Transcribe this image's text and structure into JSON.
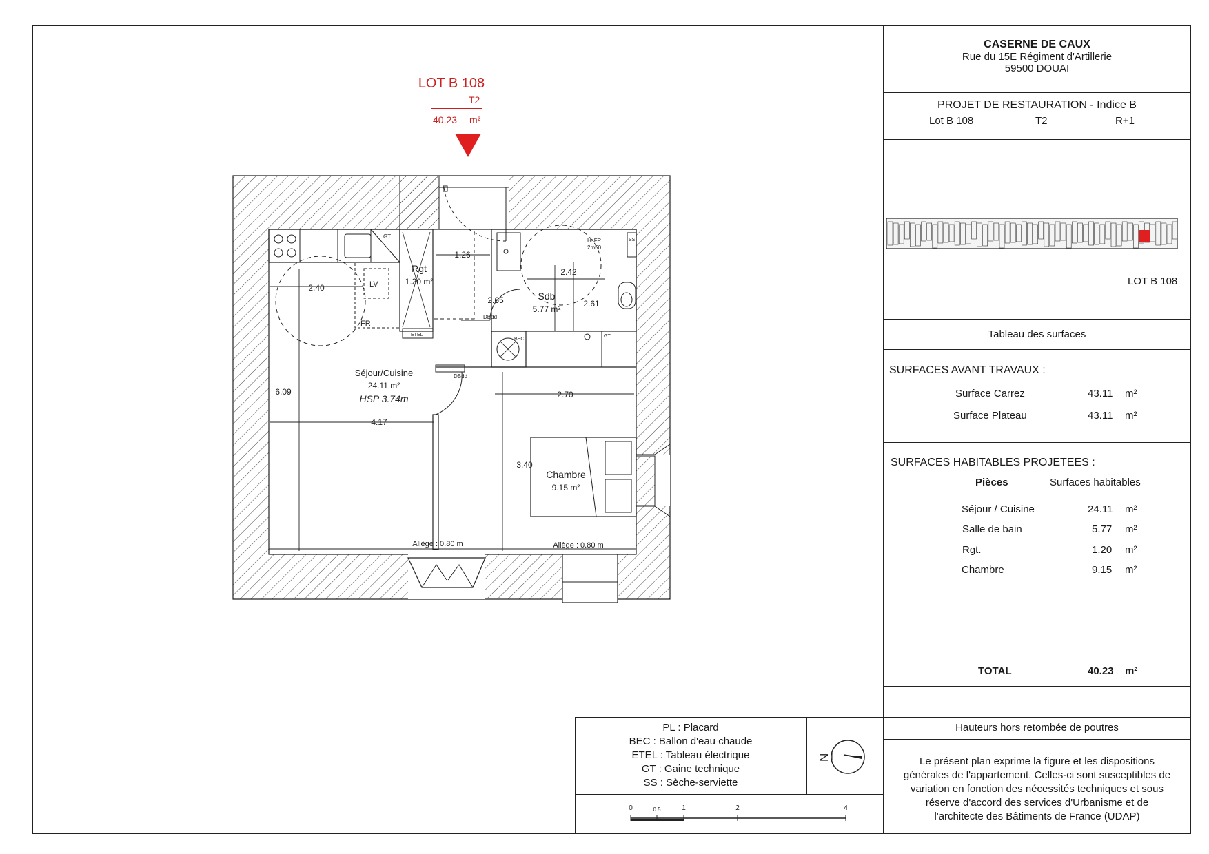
{
  "address": {
    "name": "CASERNE DE CAUX",
    "street": "Rue du 15E Régiment d'Artillerie",
    "city": "59500 DOUAI"
  },
  "project": {
    "title": "PROJET DE RESTAURATION - Indice B",
    "lot": "Lot B 108",
    "type": "T2",
    "floor": "R+1"
  },
  "key_plan": {
    "label": "LOT B 108"
  },
  "surfaces_table": {
    "title": "Tableau des surfaces",
    "before_heading": "SURFACES AVANT TRAVAUX :",
    "before": [
      {
        "label": "Surface Carrez",
        "value": "43.11",
        "unit": "m²"
      },
      {
        "label": "Surface Plateau",
        "value": "43.11",
        "unit": "m²"
      }
    ],
    "projected_heading": "SURFACES HABITABLES PROJETEES :",
    "col_rooms": "Pièces",
    "col_surfaces": "Surfaces habitables",
    "rooms": [
      {
        "label": "Séjour / Cuisine",
        "value": "24.11",
        "unit": "m²"
      },
      {
        "label": "Salle de bain",
        "value": "5.77",
        "unit": "m²"
      },
      {
        "label": "Rgt.",
        "value": "1.20",
        "unit": "m²"
      },
      {
        "label": "Chambre",
        "value": "9.15",
        "unit": "m²"
      }
    ],
    "total_label": "TOTAL",
    "total_value": "40.23",
    "total_unit": "m²"
  },
  "heights_note": "Hauteurs hors retombée de poutres",
  "disclaimer": [
    "Le présent plan exprime la figure et les dispositions",
    "générales de l'appartement. Celles-ci sont susceptibles de",
    "variation en fonction des nécessités techniques et sous",
    "réserve d'accord des services d'Urbanisme et de",
    "l'architecte des Bâtiments de France (UDAP)"
  ],
  "legend": [
    "PL : Placard",
    "BEC : Ballon d'eau chaude",
    "ETEL : Tableau électrique",
    "GT : Gaine technique",
    "SS : Sèche-serviette"
  ],
  "north_label": "N",
  "scale_ticks": [
    "0",
    "0.5",
    "1",
    "2",
    "4"
  ],
  "lot_marker": {
    "name": "LOT B 108",
    "type": "T2",
    "area": "40.23",
    "unit": "m²"
  },
  "plan": {
    "rooms": {
      "sejour_name": "Séjour/Cuisine",
      "sejour_area": "24.11 m²",
      "sejour_hsp": "HSP 3.74m",
      "rgt_name": "Rgt",
      "rgt_area": "1.20 m²",
      "sdb_name": "Sdb",
      "sdb_area": "5.77 m²",
      "chambre_name": "Chambre",
      "chambre_area": "9.15 m²"
    },
    "dims": {
      "d_240": "2.40",
      "d_126": "1.26",
      "d_242": "2.42",
      "d_265": "2.65",
      "d_261": "2.61",
      "d_609": "6.09",
      "d_417": "4.17",
      "d_270": "2.70",
      "d_340": "3.40"
    },
    "allege_left": "Allège : 0.80 m",
    "allege_right": "Allège : 0.80 m",
    "labels": {
      "gt1": "GT",
      "gt2": "GT",
      "lv": "LV",
      "fr": "FR",
      "etel": "ETEL",
      "bec": "BEC",
      "hsfp": "HsFP",
      "hsfp2": "2m50",
      "ss": "SS",
      "door1": "DBdd",
      "door2": "DBdd"
    }
  }
}
